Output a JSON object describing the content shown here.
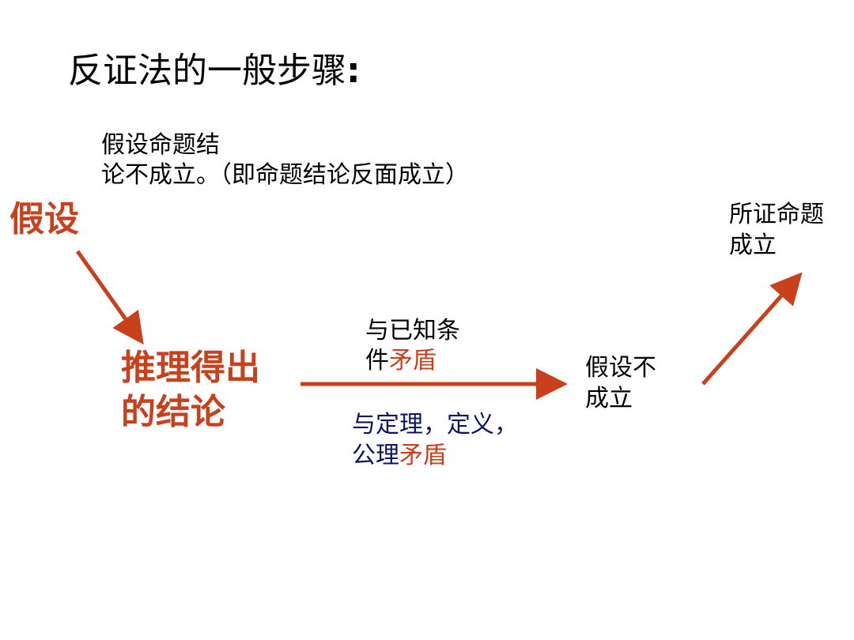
{
  "title": "反证法的一般步骤",
  "title_colon": ":",
  "note": {
    "line1": "假设命题结",
    "line2": "论不成立。",
    "paren": "（即命题结论反面成立）"
  },
  "nodes": {
    "assume": "假设",
    "derive_line1": "推理得出",
    "derive_line2": "的结论",
    "not_valid_line1": "假设不",
    "not_valid_line2": "成立",
    "proven_line1": "所证命题",
    "proven_line2": "成立"
  },
  "edge_labels": {
    "known_line1": "与已知条",
    "known_line2_prefix": "件",
    "contradiction": "矛盾",
    "theorem_line1": "与定理，定义，",
    "theorem_line2_prefix": "公理",
    "theorem_contradiction": "矛盾"
  },
  "colors": {
    "accent": "#c8401c",
    "navy": "#0e1464",
    "text": "#000000"
  }
}
